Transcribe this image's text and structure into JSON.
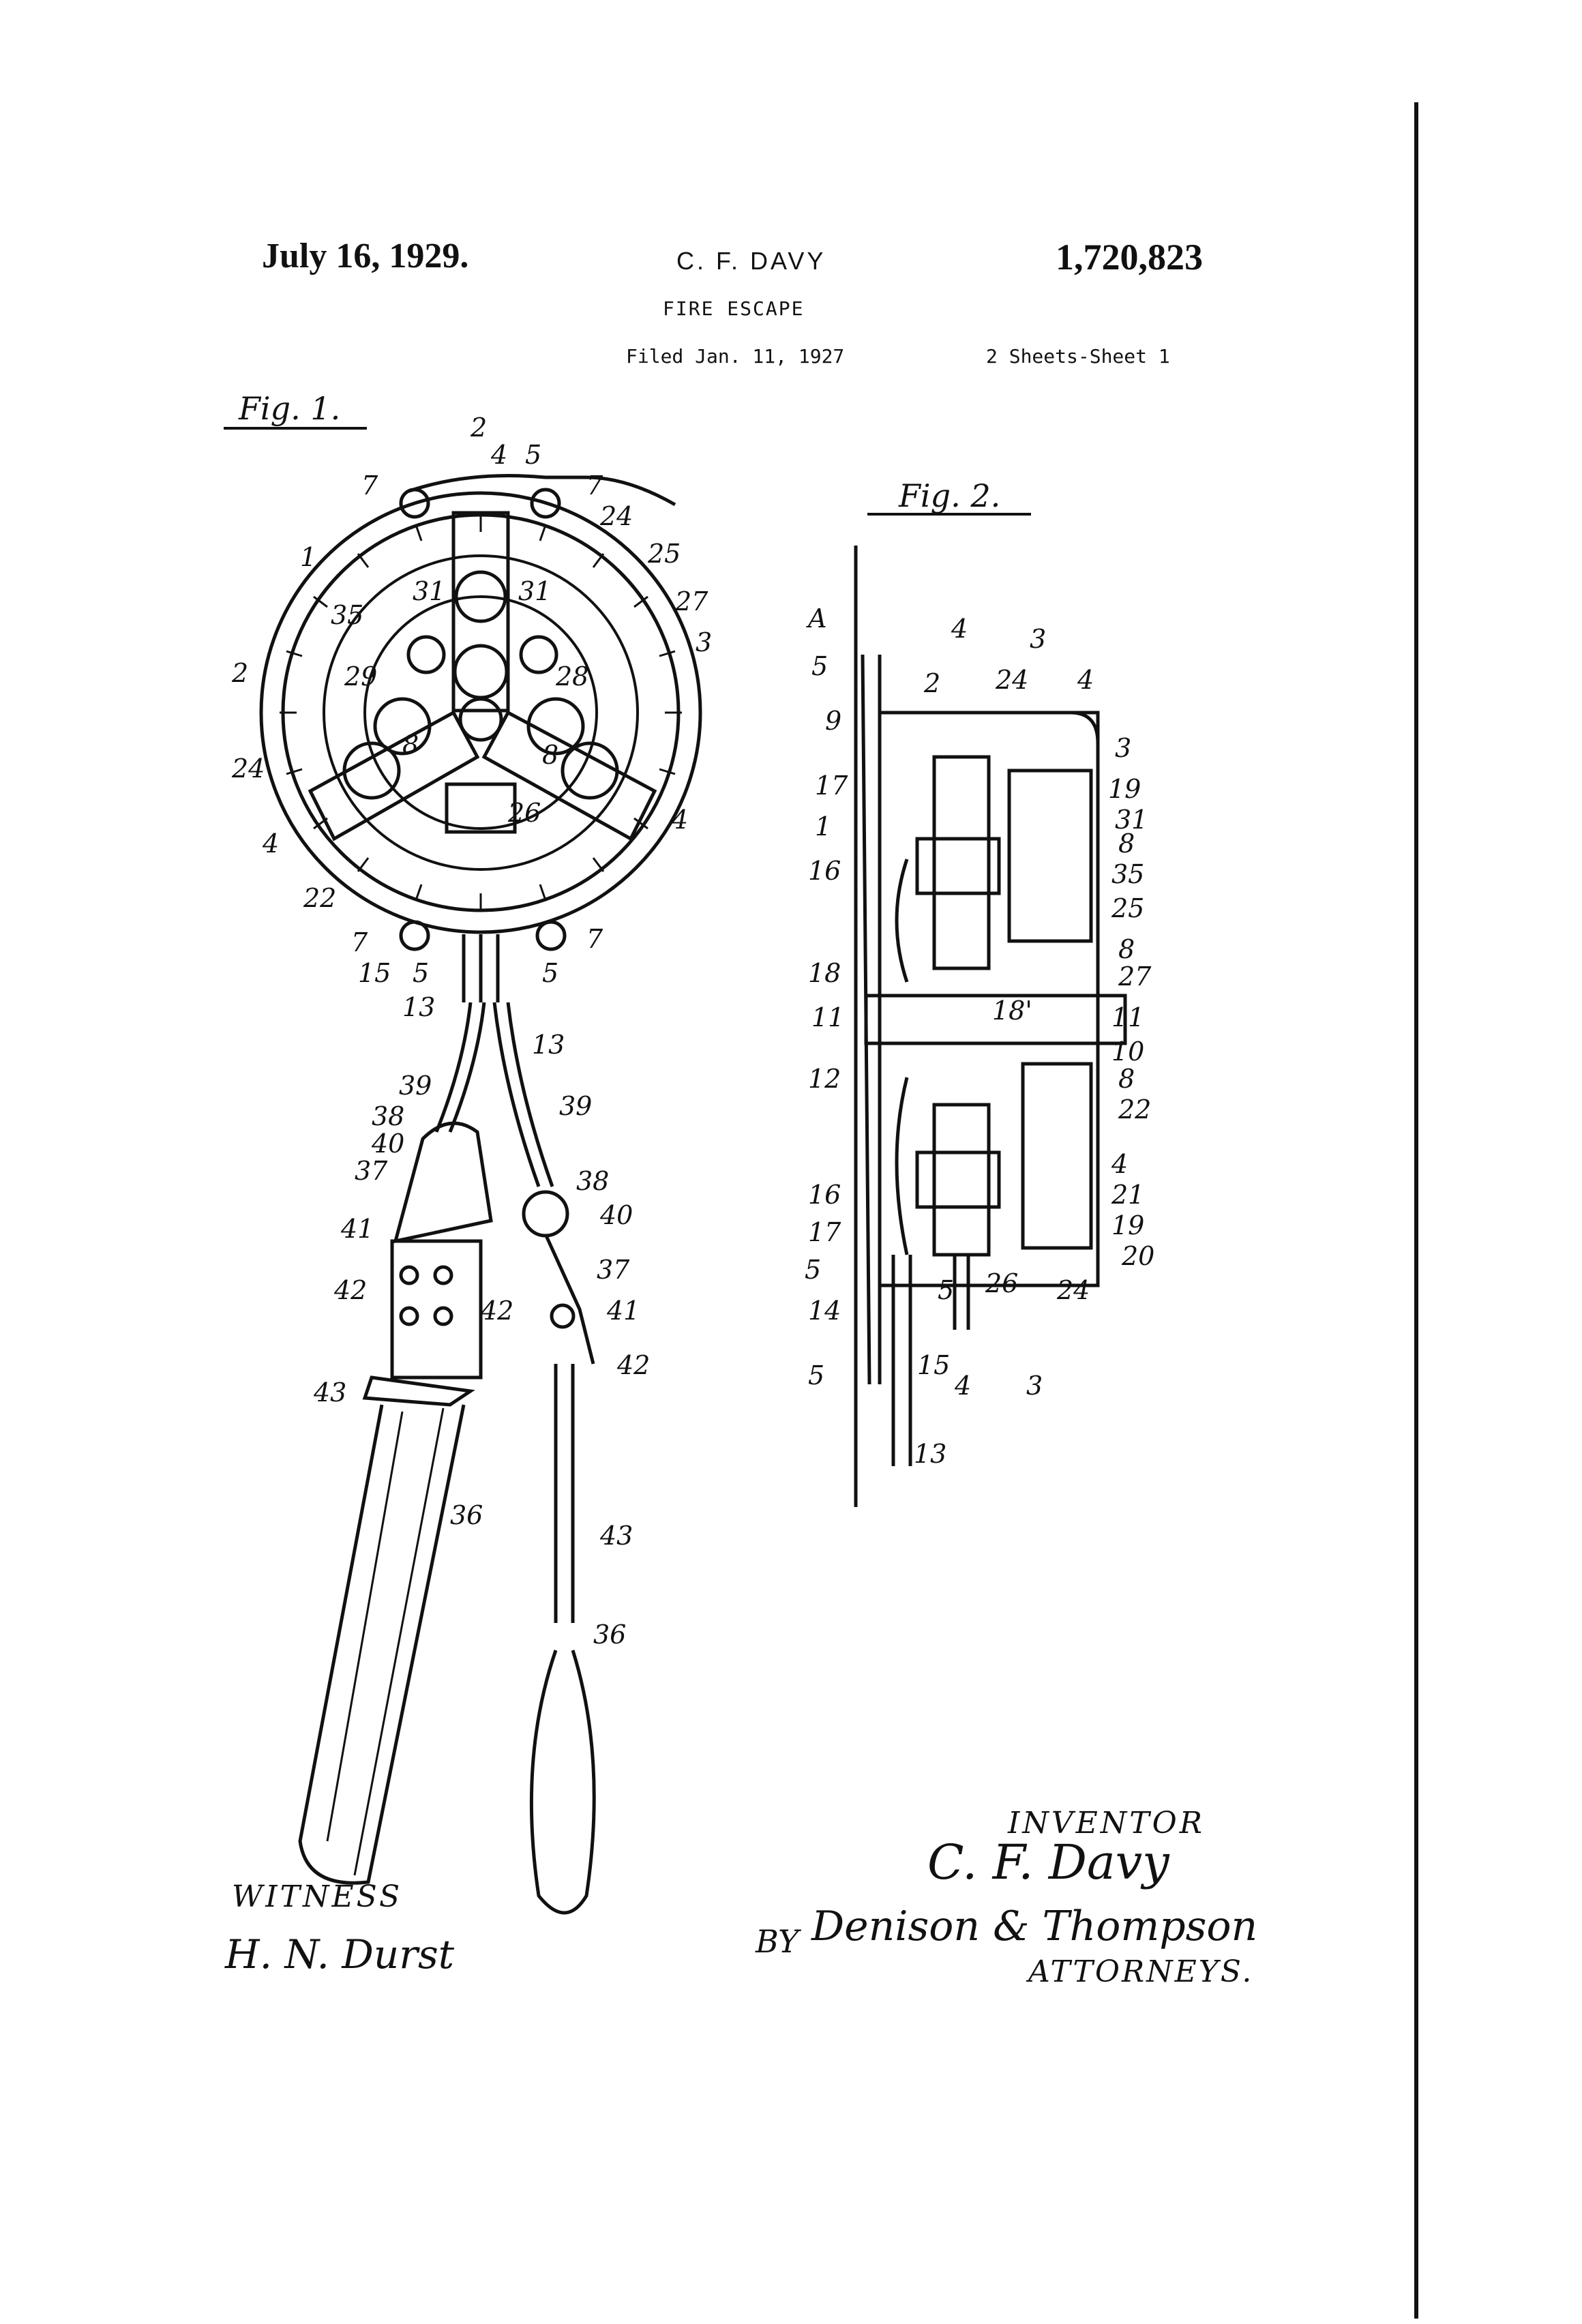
{
  "header": {
    "date": "July 16, 1929.",
    "inventor_name": "C. F. DAVY",
    "patent_number": "1,720,823",
    "title": "FIRE ESCAPE",
    "filed": "Filed Jan. 11, 1927",
    "sheets": "2 Sheets-Sheet 1"
  },
  "figures": {
    "fig1_label": "Fig. 1.",
    "fig2_label": "Fig. 2."
  },
  "fig1_refs": {
    "r1": "1",
    "r2": "2",
    "r3": "3",
    "r4": "4",
    "r5": "5",
    "r7": "7",
    "r8": "8",
    "r13": "13",
    "r15": "15",
    "r22": "22",
    "r24": "24",
    "r25": "25",
    "r26": "26",
    "r27": "27",
    "r28": "28",
    "r29": "29",
    "r31": "31",
    "r35": "35",
    "r36": "36",
    "r37": "37",
    "r38": "38",
    "r39": "39",
    "r40": "40",
    "r41": "41",
    "r42": "42",
    "r43": "43",
    "r2top": "2"
  },
  "fig2_refs": {
    "rA": "A",
    "r1": "1",
    "r2": "2",
    "r3": "3",
    "r4": "4",
    "r5": "5",
    "r8": "8",
    "r9": "9",
    "r10": "10",
    "r11": "11",
    "r12": "12",
    "r13": "13",
    "r14": "14",
    "r15": "15",
    "r16": "16",
    "r17": "17",
    "r18": "18",
    "r18p": "18'",
    "r19": "19",
    "r20": "20",
    "r21": "21",
    "r22": "22",
    "r24": "24",
    "r25": "25",
    "r26": "26",
    "r27": "27",
    "r31": "31",
    "r35": "35"
  },
  "signatures": {
    "inventor_label": "INVENTOR",
    "inventor_signature": "C. F. Davy",
    "by_label": "BY",
    "attorneys_signature": "Denison & Thompson",
    "attorneys_label": "ATTORNEYS.",
    "witness_label": "WITNESS",
    "witness_signature": "H. N. Durst"
  }
}
